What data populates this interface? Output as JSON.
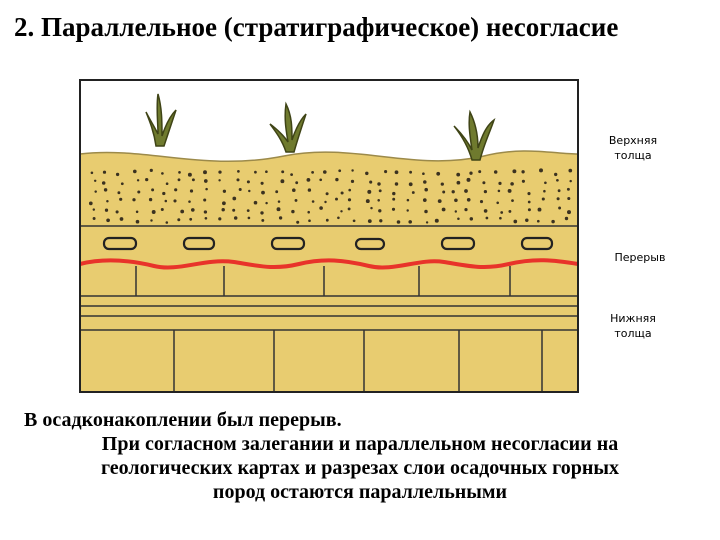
{
  "title": "2. Параллельное (стратиграфическое) несогласие",
  "labels": {
    "upper": [
      "Верхняя",
      "толща"
    ],
    "break": "Перерыв",
    "lower": [
      "Нижняя",
      "толща"
    ]
  },
  "caption": {
    "line1": "В осадконакоплении был перерыв.",
    "line2": "При согласном залегании и параллельном несогласии на",
    "line3": "геологических картах и разрезах слои осадочных горных",
    "line4": "пород остаются параллельными"
  },
  "colors": {
    "sediment": "#e8cc70",
    "outline": "#333333",
    "unconformity": "#e8332a",
    "plants": "#6f7a2e"
  }
}
